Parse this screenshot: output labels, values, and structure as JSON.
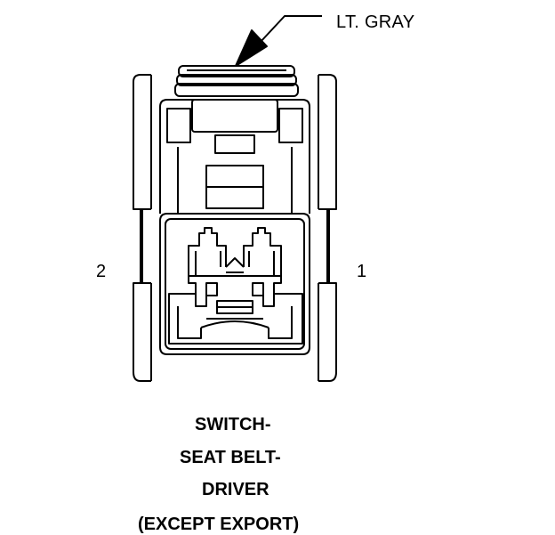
{
  "callout": {
    "text": "LT. GRAY"
  },
  "pins": {
    "left": "2",
    "right": "1"
  },
  "title": {
    "line1": "SWITCH-",
    "line2": "SEAT BELT-",
    "line3": "DRIVER",
    "line4": "(EXCEPT EXPORT)"
  },
  "colors": {
    "stroke": "#000000",
    "background": "#ffffff"
  }
}
